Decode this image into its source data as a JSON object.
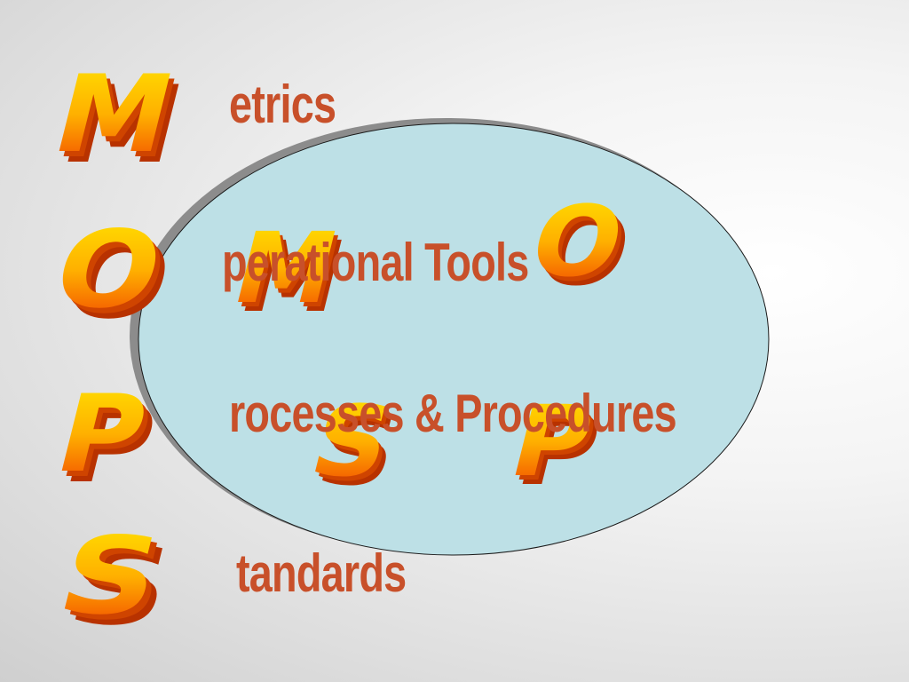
{
  "slide": {
    "acronym_outer": [
      "M",
      "O",
      "P",
      "S"
    ],
    "acronym_inner": [
      "M",
      "O",
      "P",
      "S"
    ],
    "words": {
      "metrics": "etrics",
      "operational": "perational Tools",
      "processes": "rocesses & Procedures",
      "standards": "tandards"
    },
    "colors": {
      "word_text": "#c8502a",
      "ellipse_fill": "#bde0e6",
      "letter_top": "#ffe600",
      "letter_bottom": "#f03c00",
      "letter_side": "#b83200"
    }
  }
}
